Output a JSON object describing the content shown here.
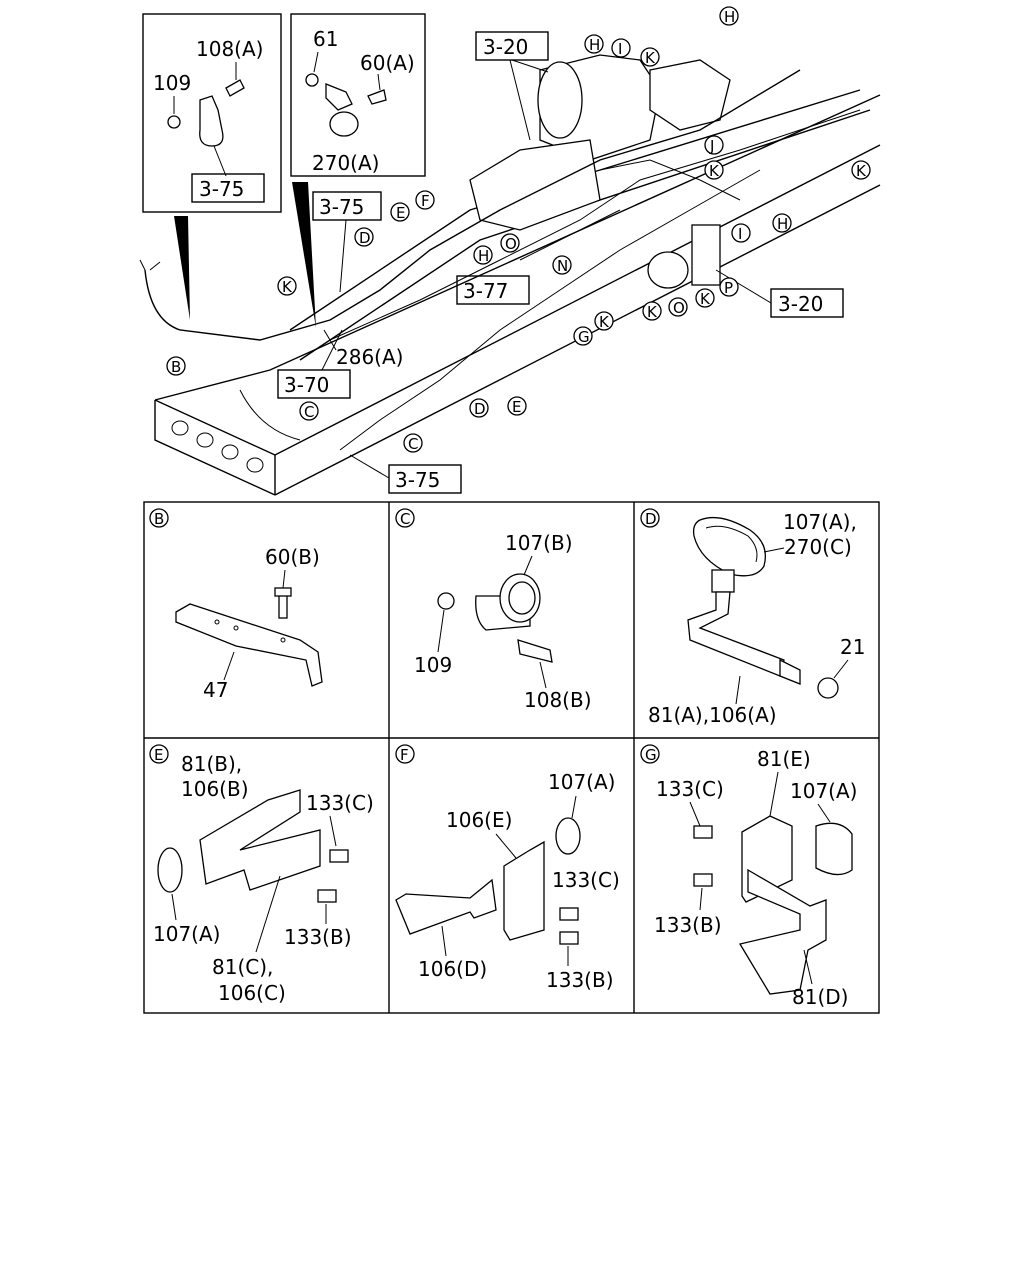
{
  "top": {
    "insets": [
      {
        "labels": [
          "108(A)",
          "109",
          "3-75"
        ]
      },
      {
        "labels": [
          "61",
          "60(A)",
          "270(A)"
        ]
      }
    ],
    "refs": [
      "3-20",
      "3-75",
      "3-77",
      "3-20",
      "3-70",
      "3-75"
    ],
    "letters": [
      "H",
      "I",
      "K",
      "H",
      "J",
      "K",
      "K",
      "H",
      "I",
      "F",
      "E",
      "D",
      "H",
      "O",
      "N",
      "K",
      "K",
      "O",
      "K",
      "P",
      "G",
      "K",
      "E",
      "D",
      "C",
      "C",
      "B"
    ],
    "labels": [
      "286(A)"
    ]
  },
  "panels": [
    {
      "letter": "B",
      "labels": [
        "60(B)",
        "47"
      ]
    },
    {
      "letter": "C",
      "labels": [
        "107(B)",
        "109",
        "108(B)"
      ]
    },
    {
      "letter": "D",
      "labels": [
        "107(A),",
        "270(C)",
        "21",
        "81(A),106(A)"
      ]
    },
    {
      "letter": "E",
      "labels": [
        "81(B),",
        "106(B)",
        "133(C)",
        "107(A)",
        "133(B)",
        "81(C),",
        "106(C)"
      ]
    },
    {
      "letter": "F",
      "labels": [
        "107(A)",
        "106(E)",
        "133(C)",
        "106(D)",
        "133(B)"
      ]
    },
    {
      "letter": "G",
      "labels": [
        "81(E)",
        "133(C)",
        "107(A)",
        "133(B)",
        "81(D)"
      ]
    }
  ]
}
